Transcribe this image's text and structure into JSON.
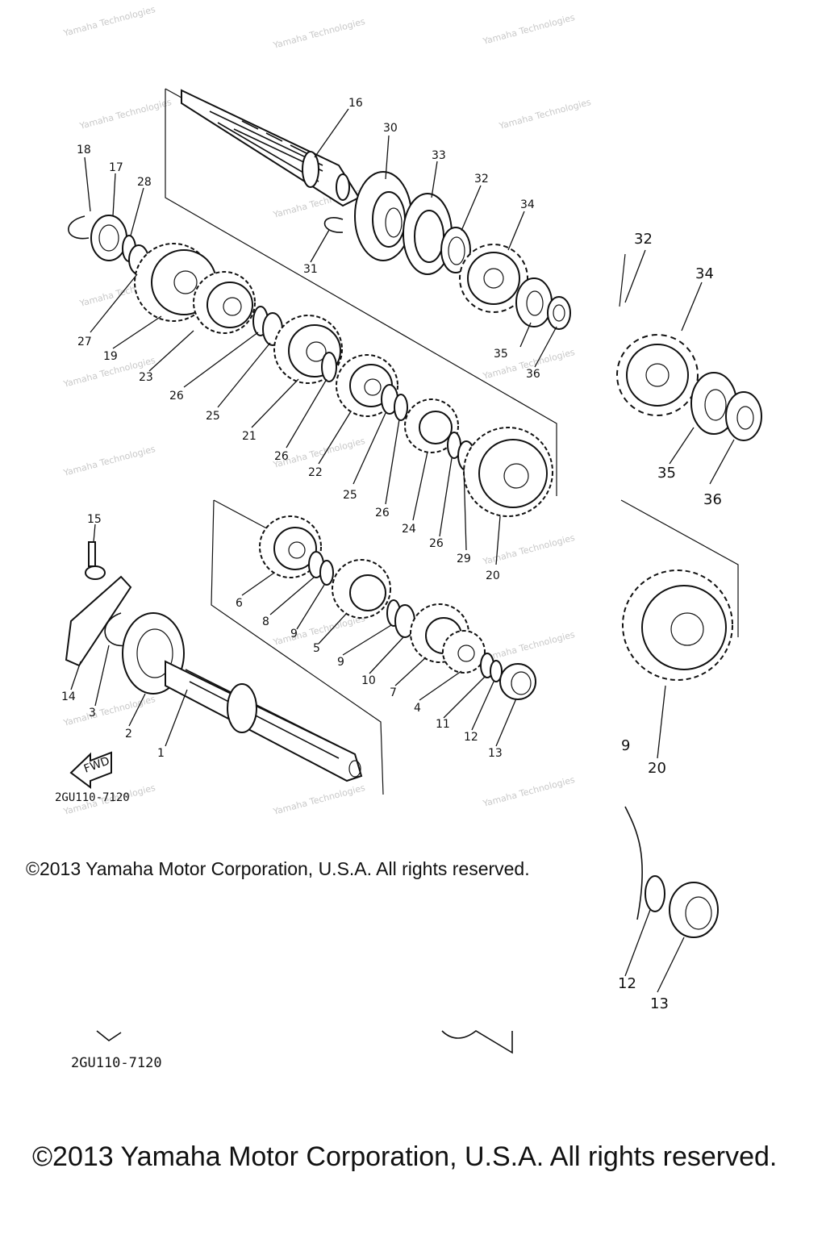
{
  "diagram": {
    "title": "Transmission exploded parts diagram",
    "figure_code_inner": "2GU110-7120",
    "figure_code_outer": "2GU110-7120",
    "fwd_label": "FWD",
    "watermark_text": "Yamaha Technologies",
    "callouts": {
      "c1": "1",
      "c2": "2",
      "c3": "3",
      "c4": "4",
      "c5": "5",
      "c6": "6",
      "c7": "7",
      "c8": "8",
      "c9a": "9",
      "c9b": "9",
      "c10": "10",
      "c11": "11",
      "c12": "12",
      "c13": "13",
      "c14": "14",
      "c15": "15",
      "c16": "16",
      "c17": "17",
      "c18": "18",
      "c19": "19",
      "c20": "20",
      "c21": "21",
      "c22": "22",
      "c23": "23",
      "c24": "24",
      "c25a": "25",
      "c25b": "25",
      "c26a": "26",
      "c26b": "26",
      "c26c": "26",
      "c26d": "26",
      "c27": "27",
      "c28": "28",
      "c29": "29",
      "c30": "30",
      "c31": "31",
      "c32": "32",
      "c33": "33",
      "c34": "34",
      "c35": "35",
      "c36": "36"
    },
    "zoom_callouts": {
      "z32": "32",
      "z34": "34",
      "z35": "35",
      "z36": "36",
      "z9": "9",
      "z20": "20",
      "z12": "12",
      "z13": "13"
    }
  },
  "copyright": {
    "inner": "©2013 Yamaha Motor Corporation, U.S.A. All rights reserved.",
    "outer": "©2013 Yamaha Motor Corporation, U.S.A. All rights reserved."
  }
}
